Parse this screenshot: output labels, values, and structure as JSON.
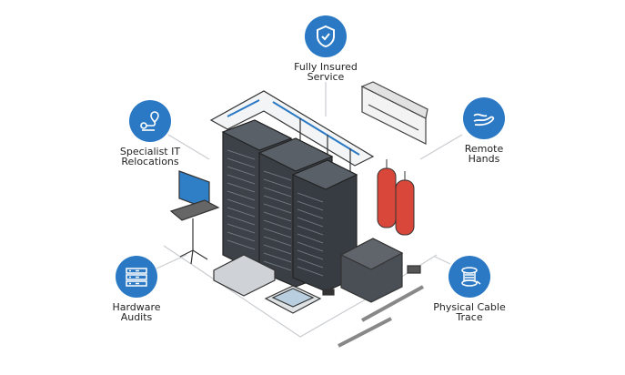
{
  "colors": {
    "accent": "#2b79c4",
    "rack": "#3d4249",
    "extinguisher": "#d9473a"
  },
  "services": [
    {
      "id": "insured",
      "icon": "shield-check-icon",
      "lines": [
        "Fully Insured",
        "Service"
      ]
    },
    {
      "id": "relocations",
      "icon": "route-pin-icon",
      "lines": [
        "Specialist IT",
        "Relocations"
      ]
    },
    {
      "id": "remote",
      "icon": "hand-icon",
      "lines": [
        "Remote",
        "Hands"
      ]
    },
    {
      "id": "audits",
      "icon": "server-stack-icon",
      "lines": [
        "Hardware",
        "Audits"
      ]
    },
    {
      "id": "cable",
      "icon": "cable-spool-icon",
      "lines": [
        "Physical Cable",
        "Trace"
      ]
    }
  ]
}
